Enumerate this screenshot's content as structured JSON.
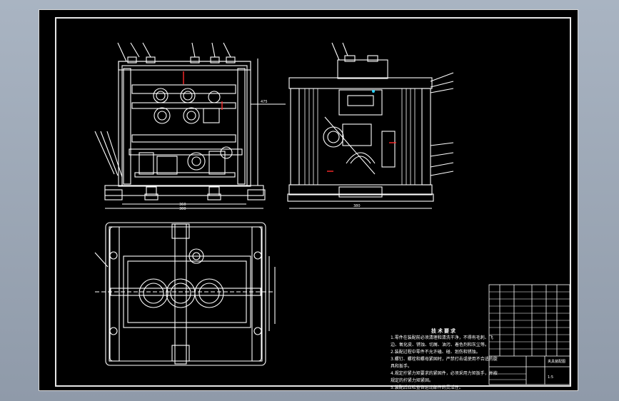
{
  "viewer": {
    "background": "#9aa5b4",
    "paper": "#000000",
    "line": "#ffffff",
    "accent": "#ff2a2a"
  },
  "dims": {
    "front_width": "360",
    "front_inner": "300",
    "side_width": "380",
    "height_mark": "475"
  },
  "notes": {
    "title": "技术要求",
    "lines": [
      "1.零件在装配前必须清理和清洗干净，不得有毛刺、飞边、氧化皮、锈蚀、切屑、油污、着色剂和灰尘等。",
      "2.装配过程中零件不允许磕、碰、划伤和锈蚀。",
      "3.螺钉、螺栓和螺母紧固时，严禁打击或使用不合适的旋具和扳手。",
      "4.规定拧紧力矩要求的紧固件，必须采用力矩扳手，并按规定的拧紧力矩紧固。",
      "5.装配后应检查各运动部件的灵活性。"
    ]
  },
  "title_block": {
    "drawing_name": "夹具装配图",
    "scale": "1:5"
  }
}
